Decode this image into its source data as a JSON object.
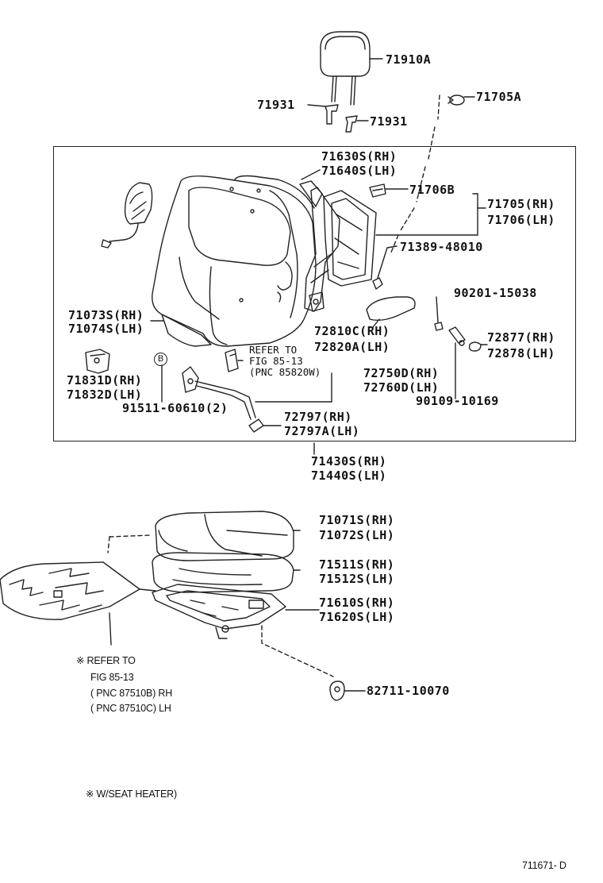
{
  "labels": {
    "headrest": "71910A",
    "guide_l": "71931",
    "guide_r": "71931",
    "clip_71705a": "71705A",
    "back_pad_rh": "71630S(RH)",
    "back_pad_lh": "71640S(LH)",
    "clip_71706b": "71706B",
    "frame_rh": "71705(RH)",
    "frame_lh": "71706(LH)",
    "bolt": "71389-48010",
    "screw_90201": "90201-15038",
    "cover_rh": "71073S(RH)",
    "cover_lh": "71074S(LH)",
    "knob_rh": "72810C(RH)",
    "knob_lh": "72820A(LH)",
    "cap_rh": "72877(RH)",
    "cap_lh": "72878(LH)",
    "refer_1": "REFER TO",
    "refer_2": "FIG 85-13",
    "refer_3": "(PNC 85820W)",
    "hinge_cover_rh": "71831D(RH)",
    "hinge_cover_lh": "71832D(LH)",
    "cable_rh": "72750D(RH)",
    "cable_lh": "72760D(LH)",
    "screw_90109": "90109-10169",
    "b_marker": "B",
    "screw_91511": "91511-60610(2)",
    "lever_rh": "72797(RH)",
    "lever_lh": "72797A(LH)",
    "back_assy_rh": "71430S(RH)",
    "back_assy_lh": "71440S(LH)",
    "cushion_cover_rh": "71071S(RH)",
    "cushion_cover_lh": "71072S(LH)",
    "cushion_pad_rh": "71511S(RH)",
    "cushion_pad_lh": "71512S(LH)",
    "cushion_frame_rh": "71610S(RH)",
    "cushion_frame_lh": "71620S(LH)",
    "fastener": "82711-10070"
  },
  "notes": {
    "refer_mark": "※ REFER TO",
    "refer_fig": "FIG 85-13",
    "refer_pnc_rh": "( PNC 87510B) RH",
    "refer_pnc_lh": "( PNC 87510C) LH",
    "seat_heater": "※ W/SEAT HEATER)",
    "figure_id": "711671- D"
  }
}
